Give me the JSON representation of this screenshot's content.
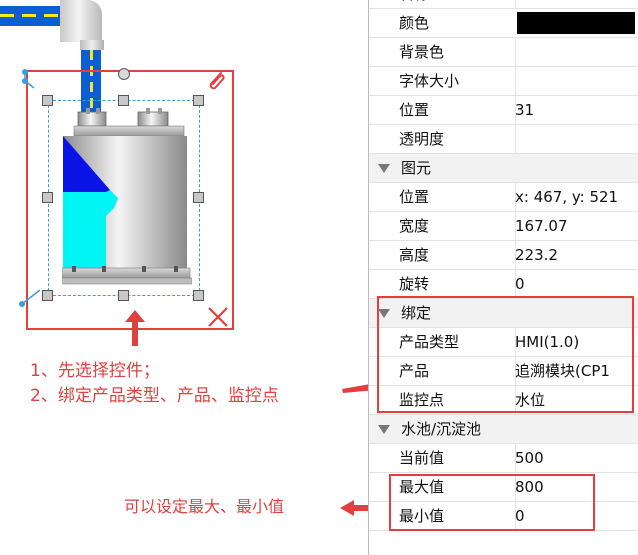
{
  "annotations": {
    "step_note_1": "1、先选择控件；",
    "step_note_2": "2、绑定产品类型、产品、监控点",
    "minmax_note": "可以设定最大、最小值"
  },
  "properties": {
    "top_partial_label": "名称",
    "rows": [
      {
        "label": "颜色",
        "value": ""
      },
      {
        "label": "背景色",
        "value": ""
      },
      {
        "label": "字体大小",
        "value": ""
      },
      {
        "label": "位置",
        "value": "31"
      },
      {
        "label": "透明度",
        "value": ""
      }
    ],
    "color_swatch": "#000000",
    "group_primitive": {
      "label": "图元",
      "rows": [
        {
          "label": "位置",
          "value": "x: 467, y: 521"
        },
        {
          "label": "宽度",
          "value": "167.07"
        },
        {
          "label": "高度",
          "value": "223.2"
        },
        {
          "label": "旋转",
          "value": "0"
        }
      ]
    },
    "group_binding": {
      "label": "绑定",
      "rows": [
        {
          "label": "产品类型",
          "value": "HMI(1.0)"
        },
        {
          "label": "产品",
          "value": "追溯模块(CP1"
        },
        {
          "label": "监控点",
          "value": "水位"
        }
      ]
    },
    "group_tank": {
      "label": "水池/沉淀池",
      "rows": [
        {
          "label": "当前值",
          "value": "500"
        },
        {
          "label": "最大值",
          "value": "800"
        },
        {
          "label": "最小值",
          "value": "0"
        }
      ]
    }
  },
  "colors": {
    "highlight": "#e24040",
    "water_dark": "#0b14e6",
    "water_light": "#00f5f5",
    "pipe": "#0b5fd3"
  }
}
